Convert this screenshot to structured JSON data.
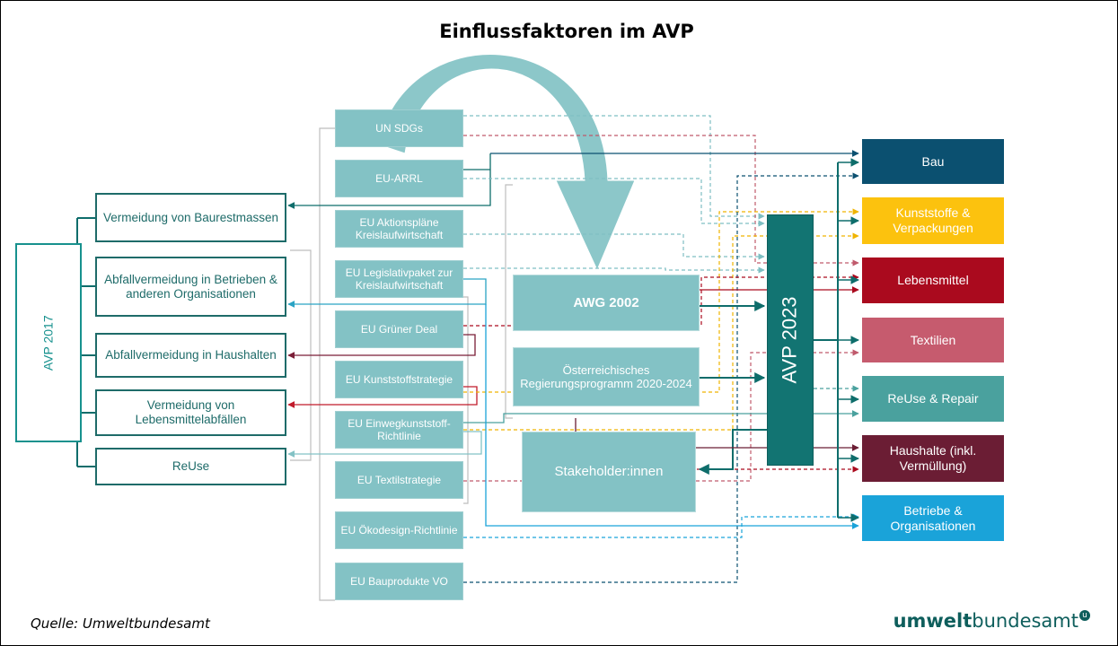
{
  "title": "Einflussfaktoren im AVP",
  "footer": {
    "source": "Quelle: Umweltbundesamt",
    "logo_bold": "umwelt",
    "logo_regular": "bundesamt",
    "logo_mark": "u"
  },
  "avp2017": {
    "label": "AVP 2017"
  },
  "left_boxes": [
    {
      "label": "Vermeidung von Baurestmassen"
    },
    {
      "label": "Abfallvermeidung in Betrieben & anderen Organisationen"
    },
    {
      "label": "Abfallvermeidung in Haushalten"
    },
    {
      "label": "Vermeidung von Lebensmittelabfällen"
    },
    {
      "label": "ReUse"
    }
  ],
  "sources": [
    {
      "label": "UN SDGs"
    },
    {
      "label": "EU-ARRL"
    },
    {
      "label": "EU Aktionspläne Kreislaufwirtschaft"
    },
    {
      "label": "EU Legislativpaket zur Kreislaufwirtschaft"
    },
    {
      "label": "EU Grüner Deal"
    },
    {
      "label": "EU Kunststoffstrategie"
    },
    {
      "label": "EU Einwegkunststoff-Richtlinie"
    },
    {
      "label": "EU Textilstrategie"
    },
    {
      "label": "EU Ökodesign-Richtlinie"
    },
    {
      "label": "EU Bauprodukte VO"
    }
  ],
  "middle": [
    {
      "label": "AWG 2002"
    },
    {
      "label": "Österreichisches Regierungsprogramm 2020-2024"
    },
    {
      "label": "Stakeholder:innen"
    }
  ],
  "avp2023": {
    "label": "AVP 2023"
  },
  "categories": [
    {
      "label": "Bau",
      "color": "#0b5070"
    },
    {
      "label": "Kunststoffe & Verpackungen",
      "color": "#fcc20e"
    },
    {
      "label": "Lebensmittel",
      "color": "#aa0a1e"
    },
    {
      "label": "Textilien",
      "color": "#c65b6e"
    },
    {
      "label": "ReUse & Repair",
      "color": "#4aa19e"
    },
    {
      "label": "Haushalte (inkl. Vermüllung)",
      "color": "#6b1d34"
    },
    {
      "label": "Betriebe & Organisationen",
      "color": "#1aa3d9"
    }
  ],
  "colors": {
    "teal_dark": "#0e6d6b",
    "teal_light": "#83c2c5",
    "arrow_big": "#8cc7c9",
    "line_gray": "#bdbdbd"
  }
}
